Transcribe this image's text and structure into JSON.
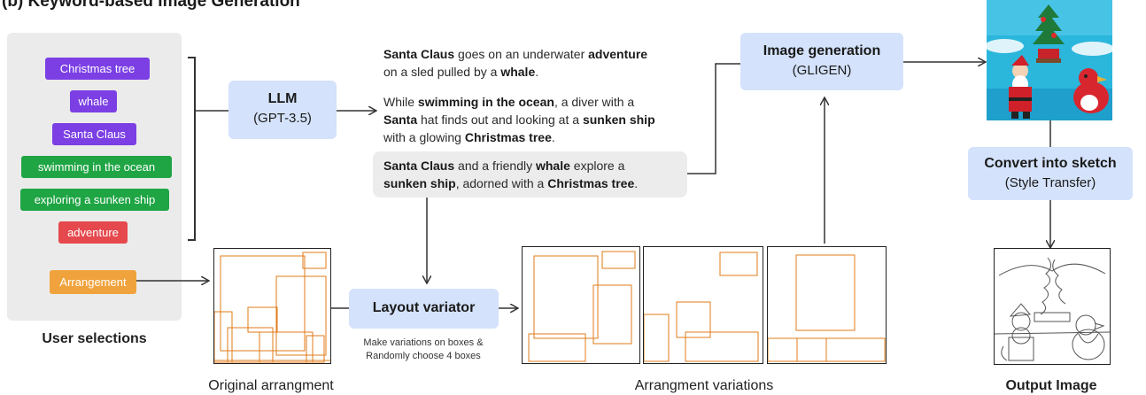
{
  "title": "(b) Keyword-based Image Generation",
  "keywords": [
    {
      "label": "Christmas tree",
      "color": "#7b3fe4"
    },
    {
      "label": "whale",
      "color": "#7b3fe4"
    },
    {
      "label": "Santa Claus",
      "color": "#7b3fe4"
    },
    {
      "label": "swimming in the ocean",
      "color": "#1fa544"
    },
    {
      "label": "exploring a sunken ship",
      "color": "#1fa544"
    },
    {
      "label": "adventure",
      "color": "#e5484d"
    }
  ],
  "arrangement_chip": {
    "label": "Arrangement",
    "color": "#f0a33c"
  },
  "user_selections_label": "User selections",
  "llm": {
    "title": "LLM",
    "subtitle": "(GPT-3.5)"
  },
  "image_gen": {
    "title": "Image generation",
    "subtitle": "(GLIGEN)"
  },
  "convert": {
    "title": "Convert into sketch",
    "subtitle": "(Style Transfer)"
  },
  "layout_variator": {
    "title": "Layout variator",
    "note_line1": "Make variations on boxes &",
    "note_line2": "Randomly choose 4 boxes"
  },
  "stories": [
    {
      "segments": [
        {
          "t": "Santa Claus",
          "b": true
        },
        {
          "t": " goes on an underwater ",
          "b": false
        },
        {
          "t": "adventure",
          "b": true
        },
        {
          "t": "\non a sled pulled by a ",
          "b": false
        },
        {
          "t": "whale",
          "b": true
        },
        {
          "t": ".",
          "b": false
        }
      ]
    },
    {
      "segments": [
        {
          "t": "While ",
          "b": false
        },
        {
          "t": "swimming in the ocean",
          "b": true
        },
        {
          "t": ", a diver with a\n",
          "b": false
        },
        {
          "t": "Santa",
          "b": true
        },
        {
          "t": " hat finds out and looking at a ",
          "b": false
        },
        {
          "t": "sunken ship",
          "b": true
        },
        {
          "t": "\nwith a glowing ",
          "b": false
        },
        {
          "t": "Christmas tree",
          "b": true
        },
        {
          "t": ".",
          "b": false
        }
      ]
    },
    {
      "segments": [
        {
          "t": "Santa Claus",
          "b": true
        },
        {
          "t": " and a friendly ",
          "b": false
        },
        {
          "t": "whale",
          "b": true
        },
        {
          "t": " explore a\n",
          "b": false
        },
        {
          "t": "sunken ship",
          "b": true
        },
        {
          "t": ", adorned with a ",
          "b": false
        },
        {
          "t": "Christmas tree",
          "b": true
        },
        {
          "t": ".",
          "b": false
        }
      ]
    }
  ],
  "captions": {
    "original": "Original arrangment",
    "variations": "Arrangment variations",
    "output": "Output Image"
  },
  "colors": {
    "box_stroke": "#e07b1a",
    "llm_box": "#d4e2fb",
    "panel": "#ebebeb"
  }
}
